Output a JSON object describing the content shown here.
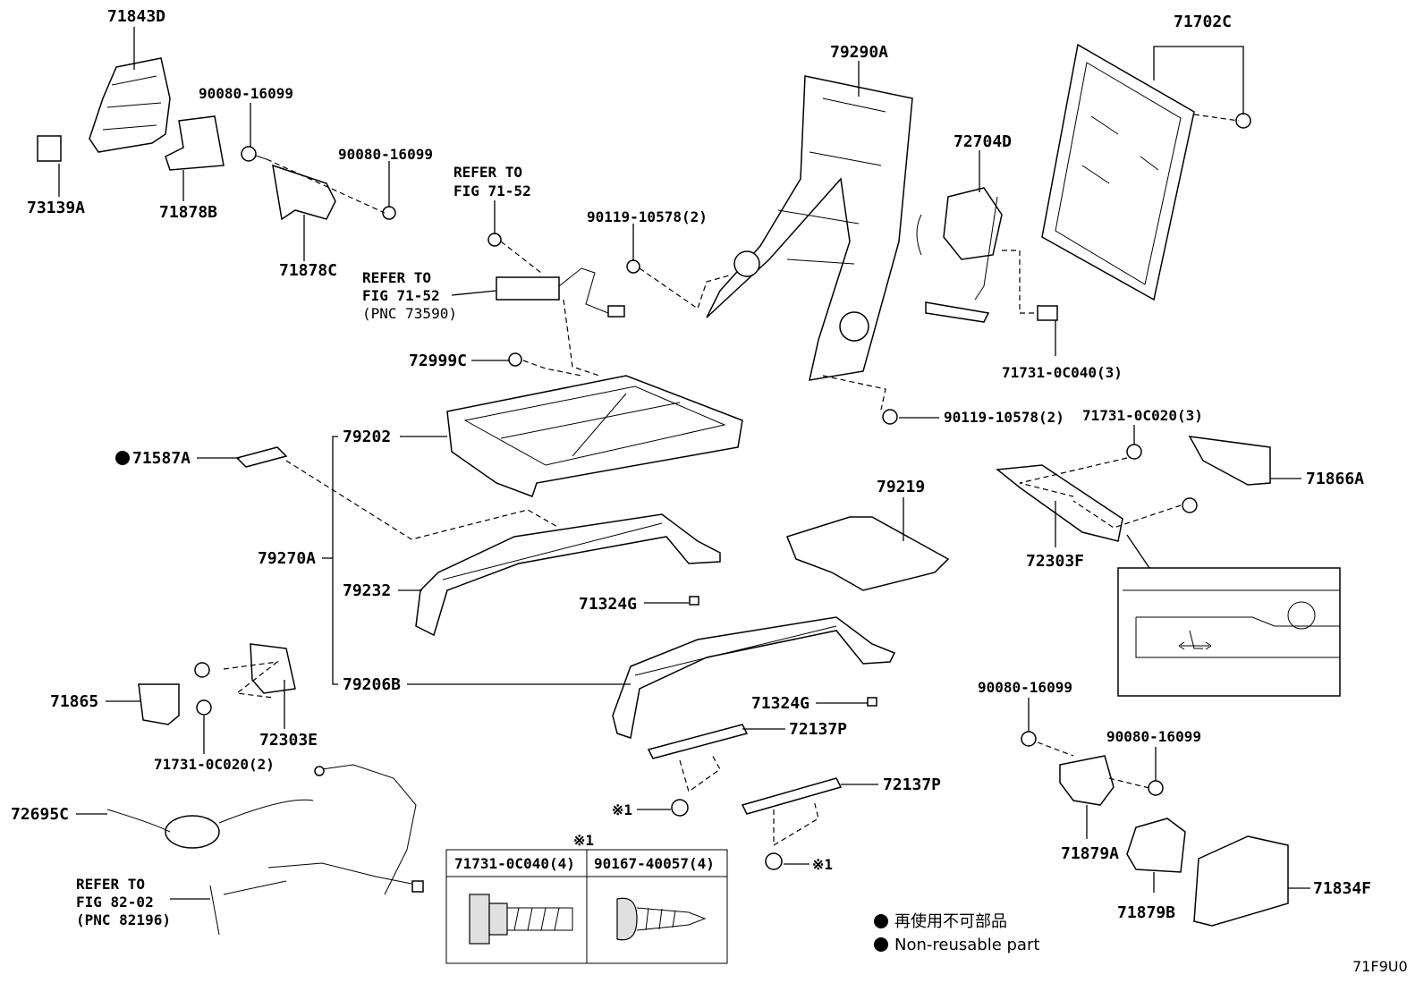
{
  "labels": {
    "p71843D": "71843D",
    "p73139A": "73139A",
    "p71878B": "71878B",
    "p90080_a": "90080-16099",
    "p90080_b": "90080-16099",
    "p71878C": "71878C",
    "refer1_l1": "REFER TO",
    "refer1_l2": "FIG 71-52",
    "refer2_l1": "REFER TO",
    "refer2_l2": "FIG 71-52",
    "refer2_l3": "(PNC 73590)",
    "p90119_a": "90119-10578(2)",
    "p79290A": "79290A",
    "p72704D": "72704D",
    "p71702C": "71702C",
    "p71731_c040": "71731-0C040(3)",
    "p72999C": "72999C",
    "p90119_b": "90119-10578(2)",
    "p71587A": "71587A",
    "p79202": "79202",
    "p71731_c020a": "71731-0C020(3)",
    "p71866A": "71866A",
    "p79219": "79219",
    "p72303F": "72303F",
    "p79270A": "79270A",
    "p79232": "79232",
    "p71324G_a": "71324G",
    "p79206B": "79206B",
    "p71865": "71865",
    "p72303E": "72303E",
    "p71731_c020b": "71731-0C020(2)",
    "p71324G_b": "71324G",
    "p72137P_a": "72137P",
    "p90080_c": "90080-16099",
    "p90080_d": "90080-16099",
    "p72695C": "72695C",
    "p72137P_b": "72137P",
    "mark1_a": "※1",
    "mark1_b": "※1",
    "p71879A": "71879A",
    "refer3_l1": "REFER TO",
    "refer3_l2": "FIG 82-02",
    "refer3_l3": "(PNC 82196)",
    "p71879B": "71879B",
    "p71834F": "71834F",
    "table_mark": "※1",
    "table_col1": "71731-0C040(4)",
    "table_col2": "90167-40057(4)",
    "legend_jp": "再使用不可部品",
    "legend_en": "Non-reusable part",
    "figure_code": "71F9U0"
  }
}
